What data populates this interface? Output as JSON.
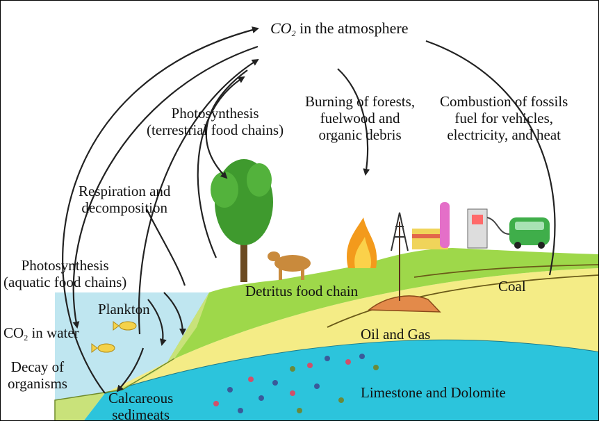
{
  "title": {
    "prefix": "CO",
    "sub": "2",
    "suffix": " in the atmosphere"
  },
  "labels": {
    "photosynthesis_terrestrial": [
      "Photosynthesis",
      "(terrestrial food chains)"
    ],
    "burning": [
      "Burning of forests,",
      "fuelwood and",
      "organic debris"
    ],
    "combustion": [
      "Combustion of fossils",
      "fuel for vehicles,",
      "electricity, and heat"
    ],
    "respiration": [
      "Respiration and",
      "decomposition"
    ],
    "photosynthesis_aquatic": [
      "Photosynthesis",
      "(aquatic food chains)"
    ],
    "plankton": "Plankton",
    "co2_water": {
      "prefix": "CO",
      "sub": "2",
      "suffix": " in water"
    },
    "decay": [
      "Decay of",
      "organisms"
    ],
    "calcareous": [
      "Calcareous",
      "sedimeats"
    ],
    "detritus": "Detritus food chain",
    "coal": "Coal",
    "oil_gas": "Oil and Gas",
    "limestone": "Limestone and Dolomite"
  },
  "colors": {
    "water": "#bfe6f0",
    "land": "#9ed84a",
    "soil": "#f4ec86",
    "limestone": "#2cc4dc",
    "oil_gas": "#e38a4a",
    "tree": "#3f9a2e",
    "fire": "#f39a1c",
    "arrow": "#222222"
  }
}
